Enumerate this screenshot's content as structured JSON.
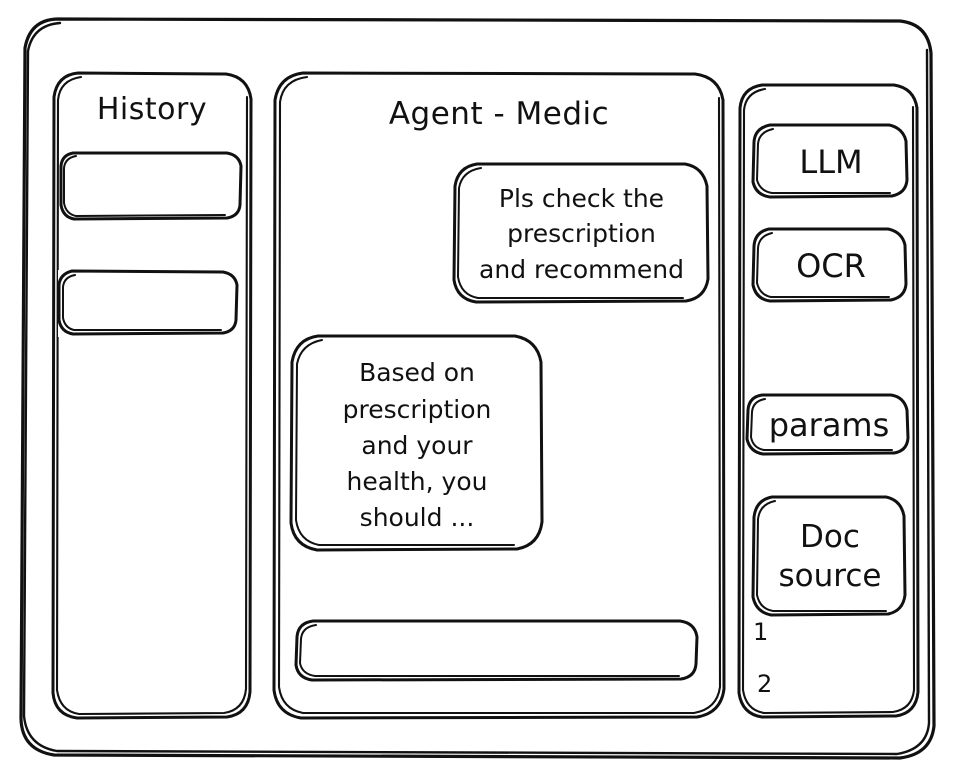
{
  "window": {
    "name": "app-window-frame"
  },
  "history": {
    "title": "History",
    "items": [
      {
        "label": ""
      },
      {
        "label": ""
      }
    ]
  },
  "agent": {
    "title": "Agent - Medic",
    "messages": [
      {
        "role": "user",
        "text": "Pls check the\nprescription\nand recommend"
      },
      {
        "role": "assistant",
        "text": "Based on\nprescription\nand your\nhealth, you\nshould ..."
      }
    ],
    "input": {
      "value": "",
      "placeholder": ""
    }
  },
  "tools": {
    "buttons": [
      {
        "label": "LLM"
      },
      {
        "label": "OCR"
      },
      {
        "label": "params"
      },
      {
        "label": "Doc\nsource"
      }
    ],
    "doc_sources": [
      {
        "label": "1"
      },
      {
        "label": "2"
      }
    ]
  },
  "colors": {
    "stroke": "#111111",
    "background": "#ffffff"
  }
}
